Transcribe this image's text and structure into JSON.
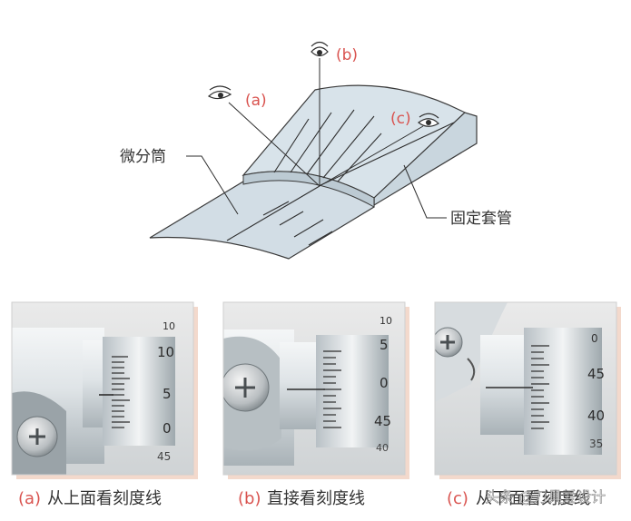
{
  "diagram": {
    "views": [
      {
        "letter": "(a)"
      },
      {
        "letter": "(b)"
      },
      {
        "letter": "(c)"
      }
    ],
    "thimble_label": "微分筒",
    "sleeve_label": "固定套管"
  },
  "photos": [
    {
      "letter": "(a)",
      "caption": "从上面看刻度线",
      "scale_labels": [
        "10",
        "10",
        "5",
        "0",
        "45"
      ]
    },
    {
      "letter": "(b)",
      "caption": "直接看刻度线",
      "scale_labels": [
        "10",
        "5",
        "0",
        "45",
        "40"
      ]
    },
    {
      "letter": "(c)",
      "caption": "从下面看刻度线",
      "scale_labels": [
        "0",
        "45",
        "40",
        "35"
      ]
    }
  ],
  "watermark": "头条 @刀具爱设计",
  "colors": {
    "label_red": "#d9534f",
    "metal_light": "#e9eef1",
    "metal_dark": "#9aa5ab",
    "card_shadow": "#f3d9cc"
  }
}
